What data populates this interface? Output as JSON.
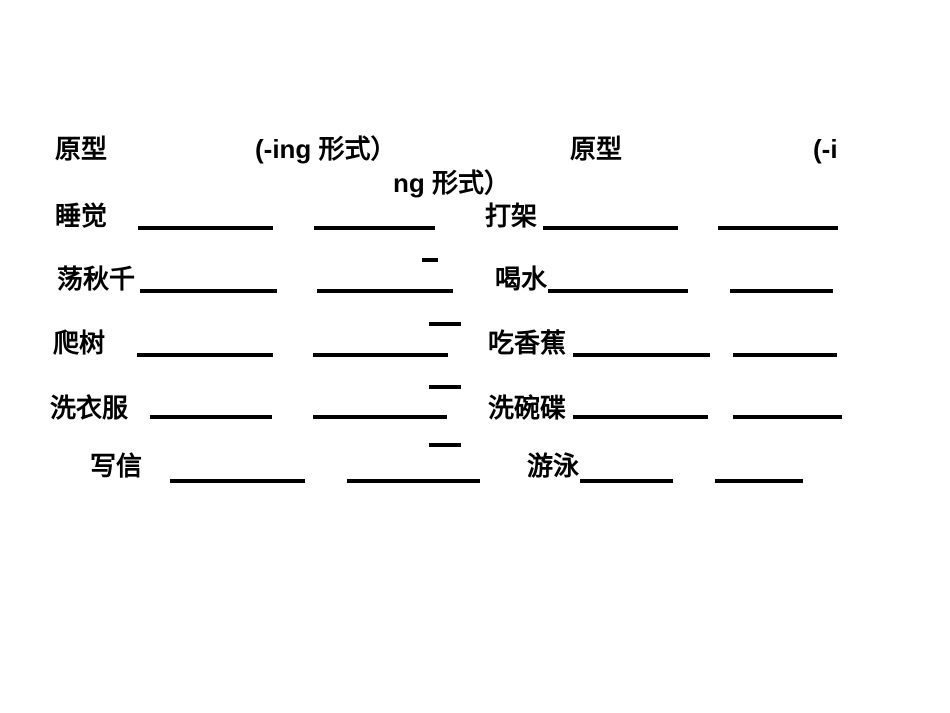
{
  "slide": {
    "background_color": "#ffffff",
    "text_color": "#000000",
    "description_language": "Chinese",
    "topic": "verb original form vs -ing form fill-in worksheet"
  },
  "header": {
    "left": {
      "original_label": "原型",
      "ing_label": "(-ing 形式）"
    },
    "right": {
      "original_label": "原型",
      "ing_label_line1": "(-i",
      "ing_label_line2": "ng 形式）"
    }
  },
  "rows": [
    {
      "left": {
        "label": "睡觉"
      },
      "right": {
        "label": "打架"
      }
    },
    {
      "left": {
        "label": "荡秋千"
      },
      "right": {
        "label": "喝水"
      }
    },
    {
      "left": {
        "label": "爬树"
      },
      "right": {
        "label": "吃香蕉"
      }
    },
    {
      "left": {
        "label": "洗衣服"
      },
      "right": {
        "label": "洗碗碟"
      }
    },
    {
      "left": {
        "label": "写信"
      },
      "right": {
        "label": "游泳"
      }
    }
  ]
}
